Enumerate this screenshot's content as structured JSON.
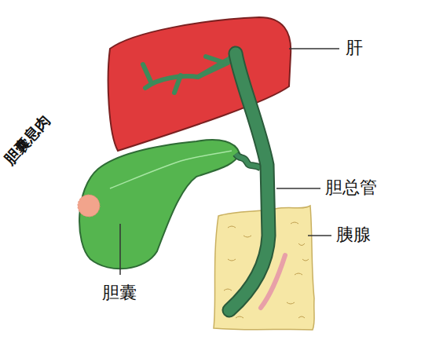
{
  "diagram": {
    "labels": [
      "肝",
      "胆总管",
      "胰腺",
      "胆囊",
      "胆囊息肉"
    ]
  }
}
